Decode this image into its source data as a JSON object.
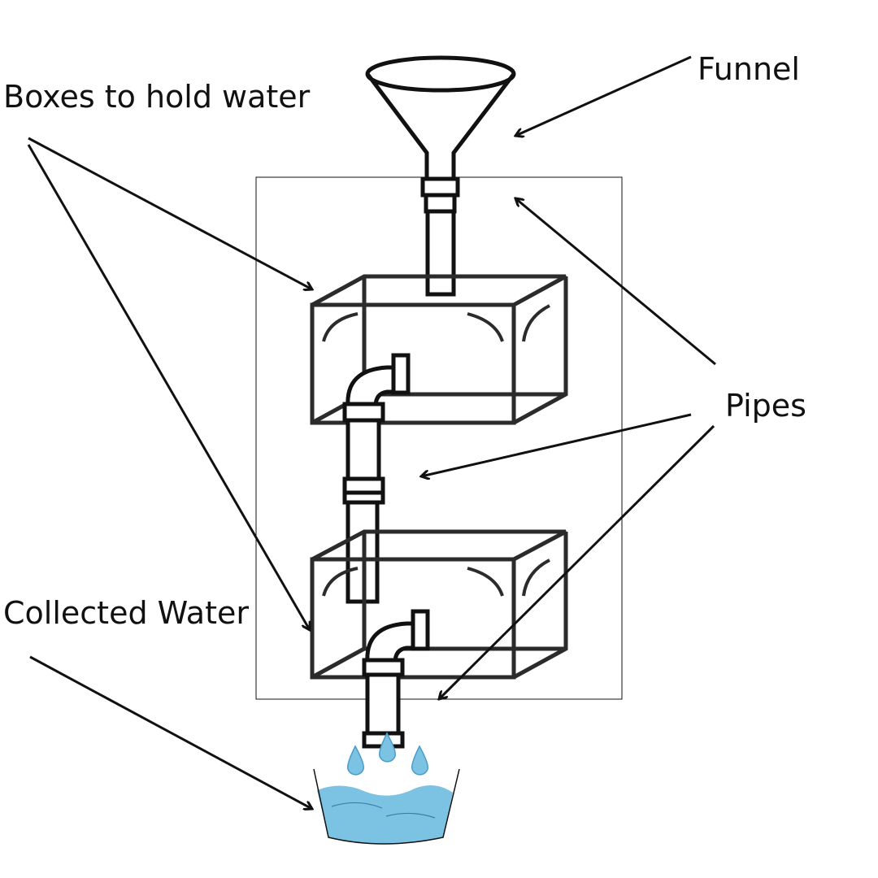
{
  "labels": {
    "boxes": "Boxes to hold water",
    "funnel": "Funnel",
    "pipes": "Pipes",
    "collected": "Collected Water"
  },
  "colors": {
    "stroke": "#111111",
    "box_stroke": "#2b2b2b",
    "water": "#7cc3e3",
    "water_dark": "#4a9cc8"
  }
}
